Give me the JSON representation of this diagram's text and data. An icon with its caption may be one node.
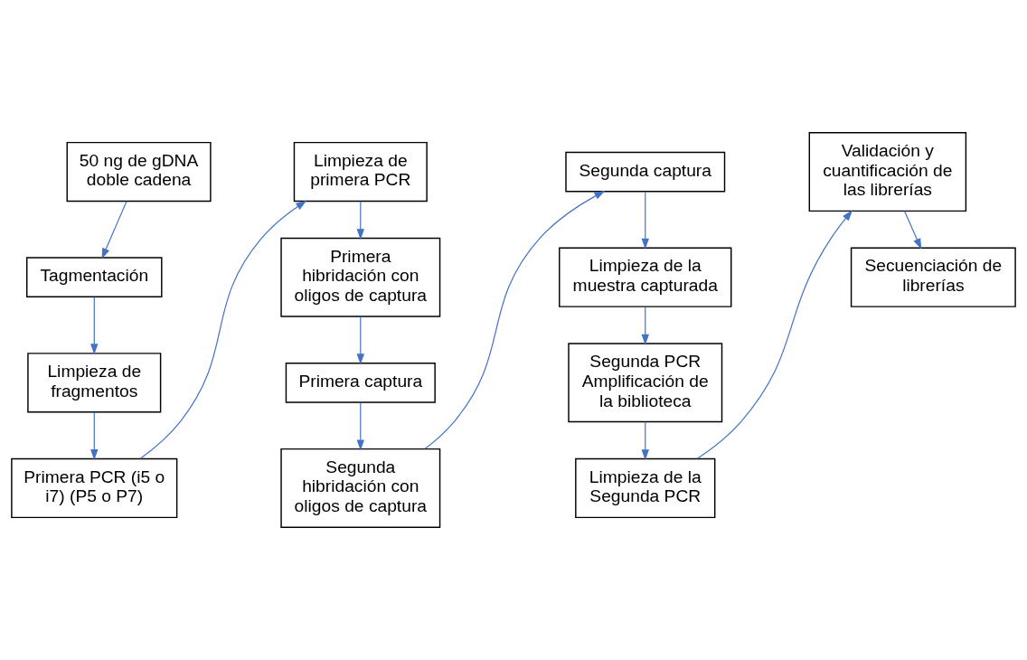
{
  "diagram": {
    "nodes": [
      {
        "text": [
          "50 ng de gDNA doble cadena"
        ]
      },
      {
        "text": [
          "Tagmentación"
        ]
      },
      {
        "text": [
          "Limpieza de fragmentos"
        ]
      },
      {
        "text": [
          "Primera PCR (i5 o i7) (P5 o P7)"
        ]
      },
      {
        "text": [
          "Limpieza de primera PCR"
        ]
      },
      {
        "text": [
          "Primera hibridación con oligos de captura"
        ]
      },
      {
        "text": [
          "Primera captura"
        ]
      },
      {
        "text": [
          "Segunda hibridación con oligos de captura"
        ]
      },
      {
        "text": [
          "Segunda captura"
        ]
      },
      {
        "text": [
          "Limpieza de la muestra capturada"
        ]
      },
      {
        "text": [
          "Segunda PCR Amplificación de la biblioteca"
        ]
      },
      {
        "text": [
          "Limpieza de la Segunda PCR"
        ]
      },
      {
        "text": [
          "Validación y cuantificación de las librerías"
        ]
      },
      {
        "text": [
          "Secuenciación de librerías"
        ]
      }
    ],
    "edges": [
      {
        "from": 0,
        "to": 1,
        "arrow": "to"
      },
      {
        "from": 1,
        "to": 2,
        "arrow": "to"
      },
      {
        "from": 2,
        "to": 3,
        "arrow": "to"
      },
      {
        "from": 3,
        "to": 4,
        "arrow": "to"
      },
      {
        "from": 4,
        "to": 5,
        "arrow": "to"
      },
      {
        "from": 5,
        "to": 6,
        "arrow": "to"
      },
      {
        "from": 6,
        "to": 7,
        "arrow": "to"
      },
      {
        "from": 7,
        "to": 8,
        "arrow": "to"
      },
      {
        "from": 8,
        "to": 9,
        "arrow": "to"
      },
      {
        "from": 9,
        "to": 10,
        "arrow": "to"
      },
      {
        "from": 10,
        "to": 11,
        "arrow": "to"
      },
      {
        "from": 11,
        "to": 12,
        "arrow": "to"
      },
      {
        "from": 12,
        "to": 13,
        "arrow": "to"
      }
    ]
  }
}
